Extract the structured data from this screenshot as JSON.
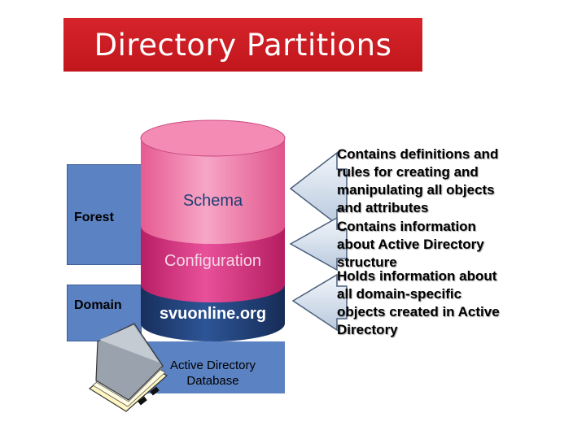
{
  "title": "Directory Partitions",
  "left_labels": {
    "forest": "Forest",
    "domain": "Domain"
  },
  "segments": {
    "schema": "Schema",
    "configuration": "Configuration",
    "domain_partition": "svuonline.org"
  },
  "database_label": {
    "line1": "Active Directory",
    "line2": "Database"
  },
  "descriptions": {
    "schema": [
      "Contains definitions and",
      "rules for creating and",
      "manipulating all objects",
      "and attributes"
    ],
    "configuration": [
      "Contains information",
      "about Active Directory",
      "structure"
    ],
    "domain": [
      "Holds information about",
      "all domain-specific",
      "objects created in Active",
      "Directory"
    ]
  },
  "colors": {
    "title_bg": "#c0161c",
    "schema": "#f27aa8",
    "configuration": "#d9317a",
    "domain": "#1f3f75",
    "database": "#5b82c2",
    "side_box": "#5b82c2"
  },
  "icons": [
    "arrow-callout-icon",
    "database-book-icon"
  ]
}
